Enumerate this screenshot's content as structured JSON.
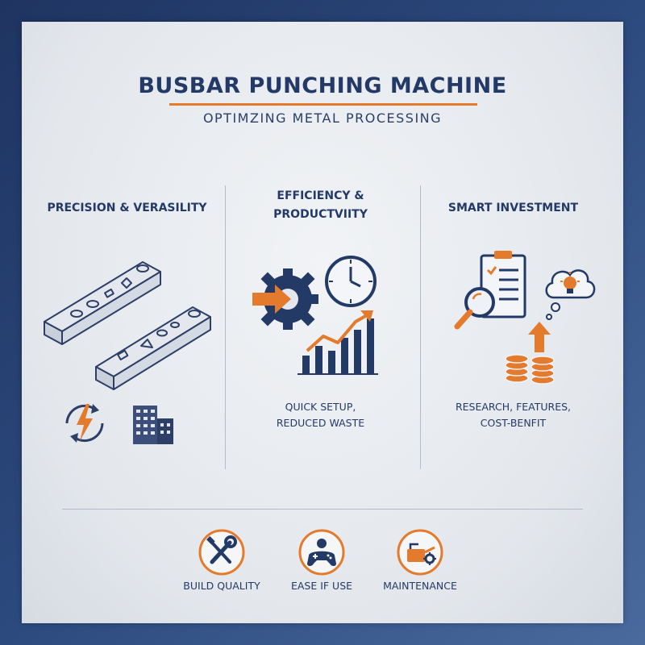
{
  "header": {
    "title": "BUSBAR PUNCHING MACHINE",
    "subtitle": "OPTIMZING METAL PROCESSING"
  },
  "columns": [
    {
      "heading": "PRECISION & VERASILITY"
    },
    {
      "heading_line1": "EFFICIENCY &",
      "heading_line2": "PRODUCTVIITY",
      "caption_line1": "QUICK SETUP,",
      "caption_line2": "REDUCED WASTE"
    },
    {
      "heading": "SMART INVESTMENT",
      "caption_line1": "RESEARCH, FEATURES,",
      "caption_line2": "COST-BENFIT"
    }
  ],
  "features": [
    {
      "label": "BUILD QUALITY",
      "icon": "wrench-screwdriver-icon"
    },
    {
      "label": "EASE IF USE",
      "icon": "gamepad-user-icon"
    },
    {
      "label": "MAINTENANCE",
      "icon": "oil-can-gear-icon"
    }
  ],
  "colors": {
    "navy": "#233a66",
    "orange": "#e37a2c",
    "steel": "#5b6b8a"
  }
}
